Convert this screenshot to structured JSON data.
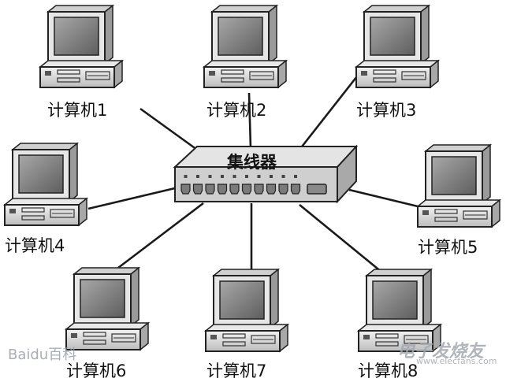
{
  "hub": {
    "label": "集线器",
    "port_count": 10
  },
  "computers": [
    {
      "id": 1,
      "label": "计算机1"
    },
    {
      "id": 2,
      "label": "计算机2"
    },
    {
      "id": 3,
      "label": "计算机3"
    },
    {
      "id": 4,
      "label": "计算机4"
    },
    {
      "id": 5,
      "label": "计算机5"
    },
    {
      "id": 6,
      "label": "计算机6"
    },
    {
      "id": 7,
      "label": "计算机7"
    },
    {
      "id": 8,
      "label": "计算机8"
    }
  ],
  "watermarks": {
    "left": "Baidu百科",
    "right": "电子发烧友",
    "url": "www.elecfans.com"
  },
  "colors": {
    "line": "#1a1a1a",
    "screen": "#7d7d7d",
    "casing": "#dcdcdc"
  }
}
